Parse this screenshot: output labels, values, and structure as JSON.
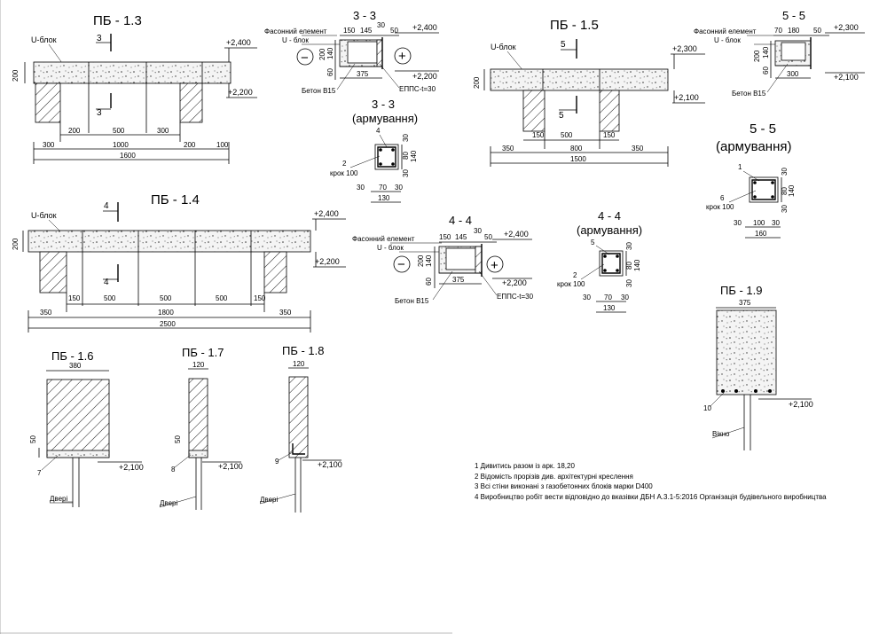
{
  "beams": {
    "pb13": {
      "title": "ПБ - 1.3",
      "u_block": "U-блок",
      "mark_top": "+2,400",
      "mark_bottom": "+2,200",
      "height": "200",
      "section": "3",
      "dims_inner": [
        "200",
        "500",
        "300"
      ],
      "dims_bottom": [
        "300",
        "1000",
        "200",
        "100"
      ],
      "total": "1600"
    },
    "pb14": {
      "title": "ПБ - 1.4",
      "u_block": "U-блок",
      "mark_top": "+2,400",
      "mark_bottom": "+2,200",
      "height": "200",
      "section": "4",
      "dims_inner": [
        "150",
        "500",
        "500",
        "500",
        "150"
      ],
      "dims_bottom": [
        "350",
        "1800",
        "350"
      ],
      "total": "2500"
    },
    "pb15": {
      "title": "ПБ - 1.5",
      "u_block": "U-блок",
      "mark_top": "+2,300",
      "mark_bottom": "+2,100",
      "height": "200",
      "section": "5",
      "dims_inner": [
        "150",
        "500",
        "150"
      ],
      "dims_bottom": [
        "350",
        "800",
        "350"
      ],
      "total": "1500"
    }
  },
  "sections": {
    "s33": {
      "title": "3 - 3",
      "element": "Фасонний елемент",
      "u_block": "U - блок",
      "dims_top": [
        "150",
        "145",
        "30",
        "50"
      ],
      "width": "375",
      "h200": "200",
      "h140": "140",
      "h60": "60",
      "mark_top": "+2,400",
      "mark_bottom": "+2,200",
      "concrete": "Бетон В15",
      "epps": "ЕППС-t=30",
      "minus": "−",
      "plus": "+"
    },
    "s44": {
      "title": "4 - 4",
      "element": "Фасонний елемент",
      "u_block": "U - блок",
      "dims_top": [
        "150",
        "145",
        "30",
        "50"
      ],
      "width": "375",
      "h200": "200",
      "h140": "140",
      "h60": "60",
      "mark_top": "+2,400",
      "mark_bottom": "+2,200",
      "concrete": "Бетон В15",
      "epps": "ЕППС-t=30",
      "minus": "−",
      "plus": "+"
    },
    "s55": {
      "title": "5 - 5",
      "element": "Фасонний елемент",
      "u_block": "U - блок",
      "dims_top": [
        "70",
        "180",
        "50"
      ],
      "width": "300",
      "h200": "200",
      "h140": "140",
      "h60": "60",
      "mark_top": "+2,300",
      "mark_bottom": "+2,100",
      "concrete": "Бетон В15"
    }
  },
  "reinforcement": {
    "r33": {
      "title1": "3 - 3",
      "title2": "(армування)",
      "pos_a": "4",
      "pos_b": "2",
      "step": "крок 100",
      "dims_right": [
        "30",
        "80",
        "30"
      ],
      "h140": "140",
      "dims_bottom": [
        "30",
        "70",
        "30"
      ],
      "total": "130"
    },
    "r44": {
      "title1": "4 - 4",
      "title2": "(армування)",
      "pos_a": "5",
      "pos_b": "2",
      "step": "крок 100",
      "dims_right": [
        "30",
        "80",
        "30"
      ],
      "h140": "140",
      "dims_bottom": [
        "30",
        "70",
        "30"
      ],
      "total": "130"
    },
    "r55": {
      "title1": "5 - 5",
      "title2": "(армування)",
      "pos_a": "1",
      "pos_b": "6",
      "step": "крок 100",
      "dims_right": [
        "30",
        "80",
        "30"
      ],
      "h140": "140",
      "dims_bottom": [
        "30",
        "100",
        "30"
      ],
      "total": "160"
    }
  },
  "lintels": {
    "pb16": {
      "title": "ПБ - 1.6",
      "width": "380",
      "h": "50",
      "pos": "7",
      "mark": "+2,100",
      "door": "Двері"
    },
    "pb17": {
      "title": "ПБ - 1.7",
      "width": "120",
      "h": "50",
      "pos": "8",
      "mark": "+2,100",
      "door": "Двері"
    },
    "pb18": {
      "title": "ПБ - 1.8",
      "width": "120",
      "pos": "9",
      "mark": "+2,100",
      "door": "Двері"
    },
    "pb19": {
      "title": "ПБ - 1.9",
      "width": "375",
      "pos": "10",
      "mark": "+2,100",
      "window": "Вікно"
    }
  },
  "notes": [
    "1 Дивитись разом із арк. 18,20",
    "2 Відомість прорізів див. архітектурні креслення",
    "3 Всі стіни виконані з газобетонних блоків марки D400",
    "4 Виробництво робіт вести відповідно до вказівки ДБН А.3.1-5:2016 Організація будівельного виробництва"
  ]
}
